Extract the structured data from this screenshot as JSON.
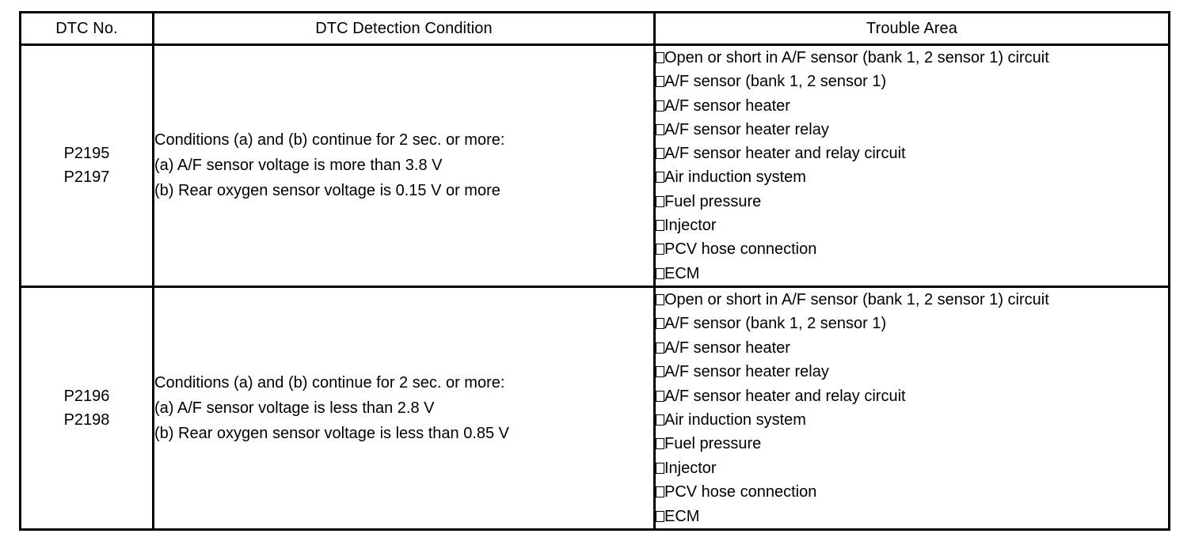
{
  "table": {
    "headers": [
      {
        "label": "DTC No."
      },
      {
        "label": "DTC Detection Condition"
      },
      {
        "label": "Trouble Area"
      }
    ],
    "rows": [
      {
        "dtc_codes": [
          "P2195",
          "P2197"
        ],
        "detection_condition": [
          "Conditions (a) and (b) continue for 2 sec. or more:",
          "(a) A/F sensor voltage is more than 3.8 V",
          "(b) Rear oxygen sensor voltage is 0.15 V or more"
        ],
        "trouble_area": [
          "Open or short in A/F sensor (bank 1, 2 sensor 1) circuit",
          "A/F sensor (bank 1, 2 sensor 1)",
          "A/F sensor heater",
          "A/F sensor heater relay",
          "A/F sensor heater and relay circuit",
          "Air induction system",
          "Fuel pressure",
          "Injector",
          "PCV hose connection",
          "ECM"
        ]
      },
      {
        "dtc_codes": [
          "P2196",
          "P2198"
        ],
        "detection_condition": [
          "Conditions (a) and (b) continue for 2 sec. or more:",
          "(a) A/F sensor voltage is less than 2.8 V",
          "(b) Rear oxygen sensor voltage is less than 0.85 V"
        ],
        "trouble_area": [
          "Open or short in A/F sensor (bank 1, 2 sensor 1) circuit",
          "A/F sensor (bank 1, 2 sensor 1)",
          "A/F sensor heater",
          "A/F sensor heater relay",
          "A/F sensor heater and relay circuit",
          "Air induction system",
          "Fuel pressure",
          "Injector",
          "PCV hose connection",
          "ECM"
        ]
      }
    ]
  },
  "style": {
    "text_color": "#000000",
    "background_color": "#ffffff",
    "border_color": "#000000"
  }
}
